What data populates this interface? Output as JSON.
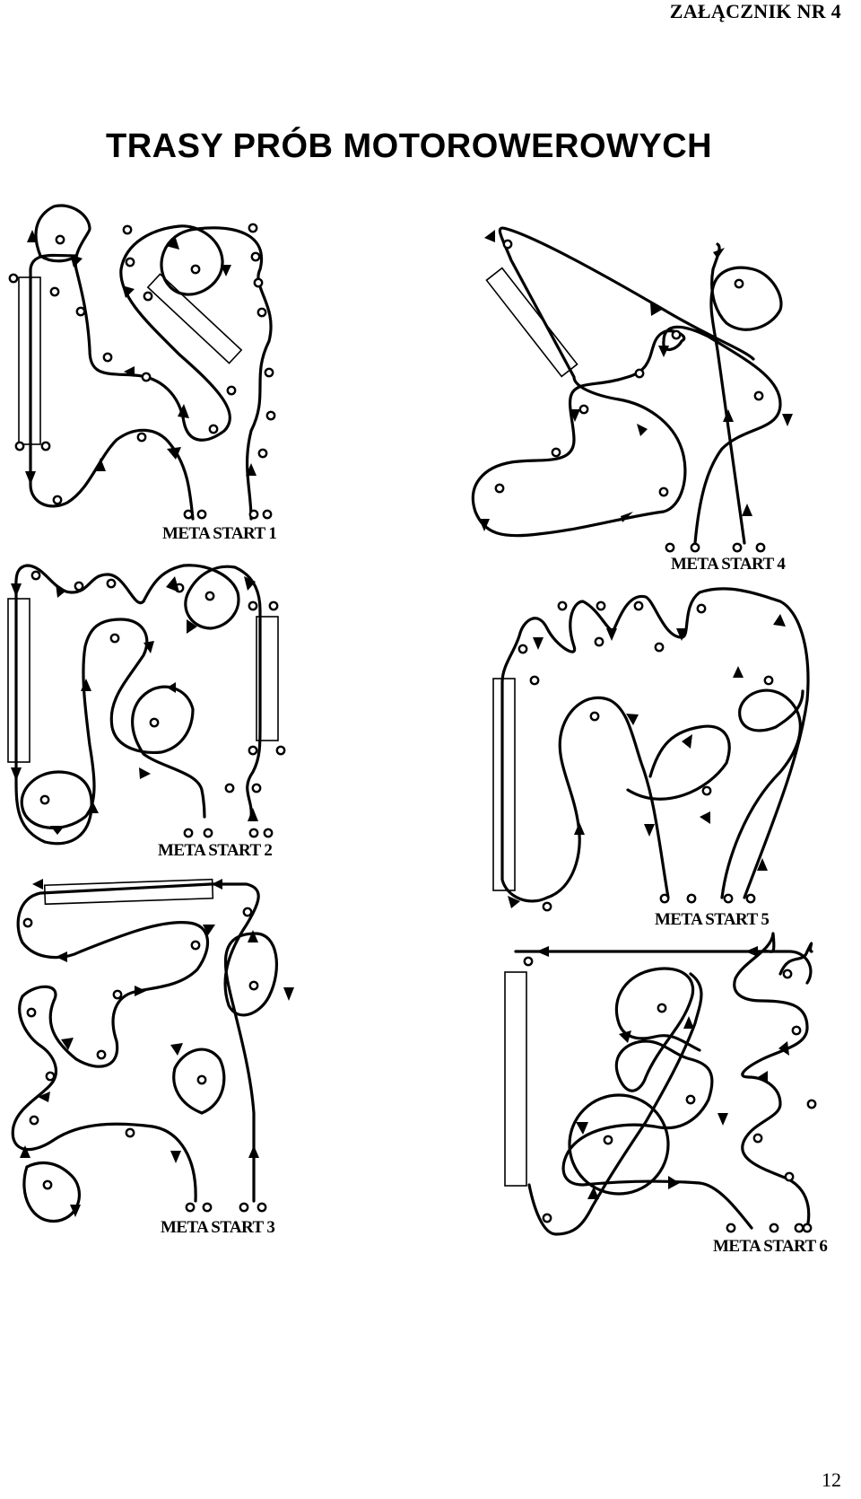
{
  "header": {
    "annex": "ZAŁĄCZNIK NR 4"
  },
  "title": "TRASY PRÓB MOTOROWEROWYCH",
  "page_number": "12",
  "tracks": [
    {
      "id": "1",
      "label": "META START 1"
    },
    {
      "id": "2",
      "label": "META START 2"
    },
    {
      "id": "3",
      "label": "META START 3"
    },
    {
      "id": "4",
      "label": "META START 4"
    },
    {
      "id": "5",
      "label": "META START 5"
    },
    {
      "id": "6",
      "label": "META START 6"
    }
  ]
}
